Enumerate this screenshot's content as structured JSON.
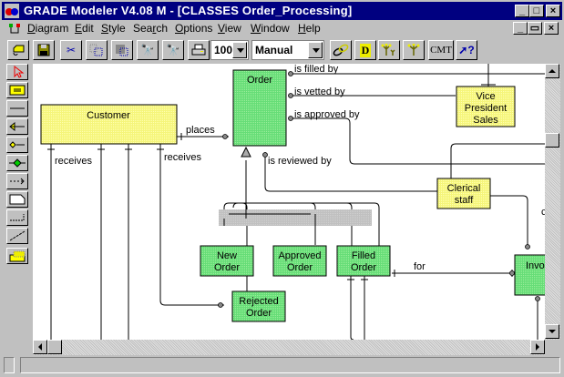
{
  "window": {
    "title": "GRADE Modeler V4.08 M - [CLASSES Order_Processing]",
    "caption_buttons": [
      "minimize",
      "maximize",
      "close"
    ],
    "doc_buttons": [
      "minimize",
      "restore",
      "close"
    ]
  },
  "menu": {
    "items": [
      {
        "label": "Diagram",
        "accel": "D"
      },
      {
        "label": "Edit",
        "accel": "E"
      },
      {
        "label": "Style",
        "accel": "S"
      },
      {
        "label": "Search",
        "accel": "r"
      },
      {
        "label": "Options",
        "accel": "O"
      },
      {
        "label": "View",
        "accel": "V"
      },
      {
        "label": "Window",
        "accel": "W"
      },
      {
        "label": "Help",
        "accel": "H"
      }
    ]
  },
  "toolbar": {
    "buttons": [
      {
        "name": "open-icon"
      },
      {
        "name": "save-icon"
      },
      {
        "name": "cut-icon"
      },
      {
        "name": "copy-icon"
      },
      {
        "name": "paste-icon"
      },
      {
        "name": "find-icon"
      },
      {
        "name": "find-next-icon"
      },
      {
        "name": "print-icon"
      }
    ],
    "zoom_value": "100",
    "layout_mode": "Manual",
    "right_buttons": [
      {
        "name": "link-icon"
      },
      {
        "name": "d-icon",
        "label": "D"
      },
      {
        "name": "tree-expand-icon"
      },
      {
        "name": "tree-icon"
      },
      {
        "name": "comment-icon",
        "label": "CMT"
      },
      {
        "name": "context-help-icon",
        "label": "?"
      }
    ]
  },
  "palette": {
    "tools": [
      "select",
      "class",
      "line",
      "inheritance",
      "aggregation",
      "composition",
      "dependency",
      "note",
      "note-link",
      "free-line",
      "package"
    ]
  },
  "diagram": {
    "classes": [
      {
        "id": "order",
        "label": "Order",
        "color": "#66dd77"
      },
      {
        "id": "customer",
        "label": "Customer",
        "color": "#f5f57a"
      },
      {
        "id": "vp",
        "label": "Vice President Sales",
        "lines": [
          "Vice",
          "President",
          "Sales"
        ],
        "color": "#f5f57a"
      },
      {
        "id": "clerical",
        "label": "Clerical staff",
        "lines": [
          "Clerical",
          "staff"
        ],
        "color": "#f5f57a"
      },
      {
        "id": "new",
        "lines": [
          "New",
          "Order"
        ],
        "color": "#66dd77"
      },
      {
        "id": "approved",
        "lines": [
          "Approved",
          "Order"
        ],
        "color": "#66dd77"
      },
      {
        "id": "filled",
        "lines": [
          "Filled",
          "Order"
        ],
        "color": "#66dd77"
      },
      {
        "id": "rejected",
        "lines": [
          "Rejected",
          "Order"
        ],
        "color": "#66dd77"
      },
      {
        "id": "invoice",
        "lines": [
          "Invo"
        ],
        "color": "#66dd77"
      }
    ],
    "associations": [
      {
        "label": "is filled by"
      },
      {
        "label": "is vetted by"
      },
      {
        "label": "is approved by"
      },
      {
        "label": "is reviewed by"
      },
      {
        "label": "places"
      },
      {
        "label": "receives"
      },
      {
        "label": "receives"
      },
      {
        "label": "for"
      },
      {
        "label": "c"
      }
    ]
  }
}
